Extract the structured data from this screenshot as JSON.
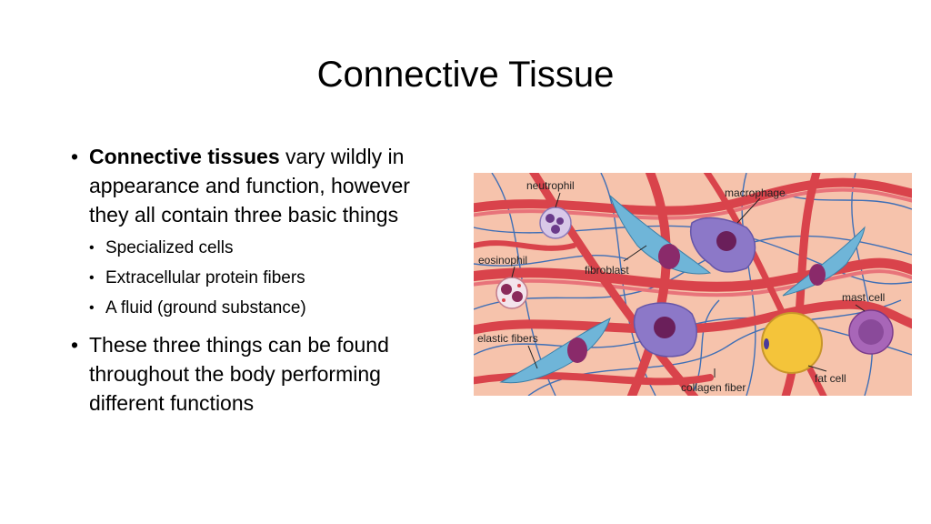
{
  "slide": {
    "title": "Connective Tissue",
    "bullets": [
      {
        "bold": "Connective tissues",
        "text": " vary wildly in appearance and function, however they all contain three basic things"
      },
      {
        "text": "These three things can be found throughout the body performing different functions"
      }
    ],
    "sub_bullets": [
      "Specialized cells",
      "Extracellular protein fibers",
      "A fluid (ground substance)"
    ]
  },
  "figure": {
    "labels": {
      "neutrophil": "neutrophil",
      "macrophage": "macrophage",
      "eosinophil": "eosinophil",
      "fibroblast": "fibroblast",
      "mast_cell": "mast cell",
      "elastic_fibers": "elastic fibers",
      "fat_cell": "fat cell",
      "collagen_fiber": "collagen fiber"
    },
    "colors": {
      "background": "#f6c3ac",
      "collagen": "#d9434b",
      "elastic": "#3f6fb6",
      "fibroblast": "#6fb5d8",
      "nucleus": "#8a2a6a",
      "macrophage": "#8c78c8",
      "fat": "#f4c43a",
      "mast": "#a866b8"
    }
  }
}
